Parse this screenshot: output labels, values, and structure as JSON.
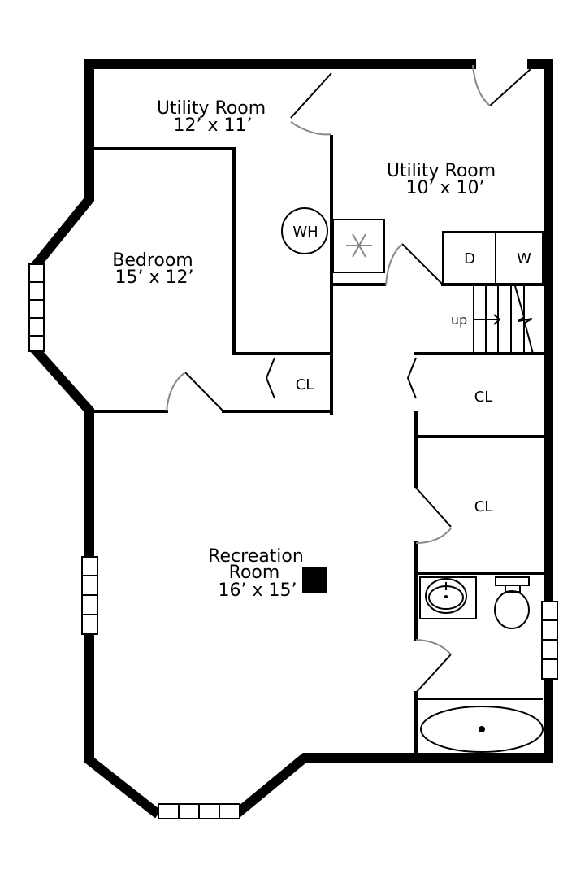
{
  "rooms": {
    "utility_room_1": {
      "name": "Utility Room",
      "size": "12’ x 11’"
    },
    "utility_room_2": {
      "name": "Utility Room",
      "size": "10’ x 10’"
    },
    "bedroom": {
      "name": "Bedroom",
      "size": "15’ x 12’"
    },
    "recreation": {
      "name_line1": "Recreation",
      "name_line2": "Room",
      "size": "16’ x 15’"
    }
  },
  "fixtures": {
    "water_heater": "WH",
    "dryer": "D",
    "washer": "W",
    "stairs": "up",
    "closets": [
      "CL",
      "CL",
      "CL"
    ]
  }
}
